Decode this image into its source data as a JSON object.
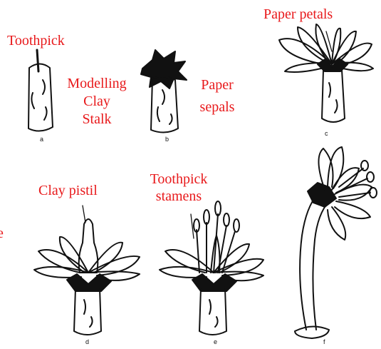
{
  "colors": {
    "label": "#e8191b",
    "ink": "#111111",
    "paper": "#ffffff"
  },
  "labels": {
    "toothpick": "Toothpick",
    "modelling": "Modelling",
    "clay": "Clay",
    "stalk": "Stalk",
    "paper": "Paper",
    "sepals": "sepals",
    "paper_petals": "Paper petals",
    "clay_pistil": "Clay pistil",
    "toothpick2": "Toothpick",
    "stamens": "stamens",
    "cut_e": "e"
  },
  "panels": [
    "a",
    "b",
    "c",
    "d",
    "e",
    "f"
  ],
  "icons": [
    "toothpick-illustration",
    "clay-stalk-illustration",
    "sepals-illustration",
    "petals-illustration",
    "pistil-illustration",
    "stamens-illustration",
    "drooping-flower-illustration"
  ]
}
